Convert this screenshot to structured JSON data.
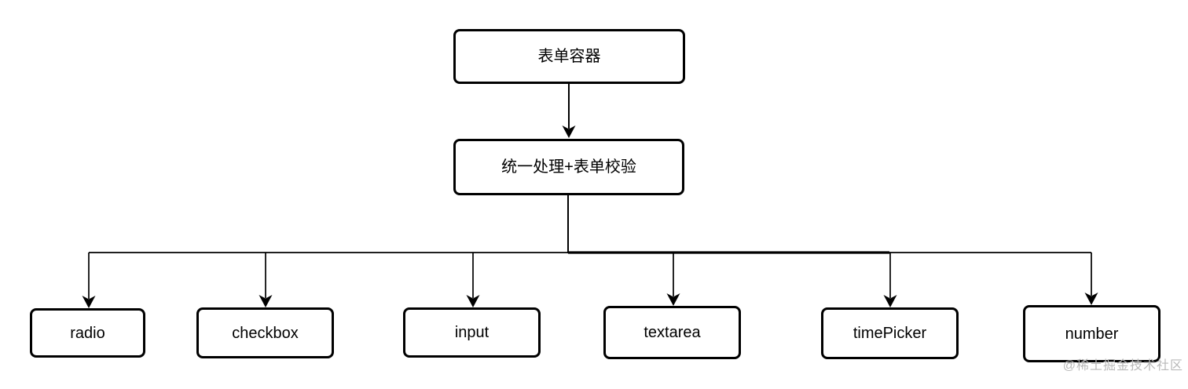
{
  "flowchart": {
    "nodes": {
      "root": {
        "label": "表单容器"
      },
      "processor": {
        "label": "统一处理+表单校验"
      }
    },
    "children": [
      {
        "label": "radio"
      },
      {
        "label": "checkbox"
      },
      {
        "label": "input"
      },
      {
        "label": "textarea"
      },
      {
        "label": "timePicker"
      },
      {
        "label": "number"
      }
    ],
    "watermark": "@稀土掘金技术社区",
    "colors": {
      "stroke": "#000000",
      "node_fill": "#ffffff",
      "background": "#ffffff",
      "watermark_text": "#b9b9b9"
    }
  }
}
